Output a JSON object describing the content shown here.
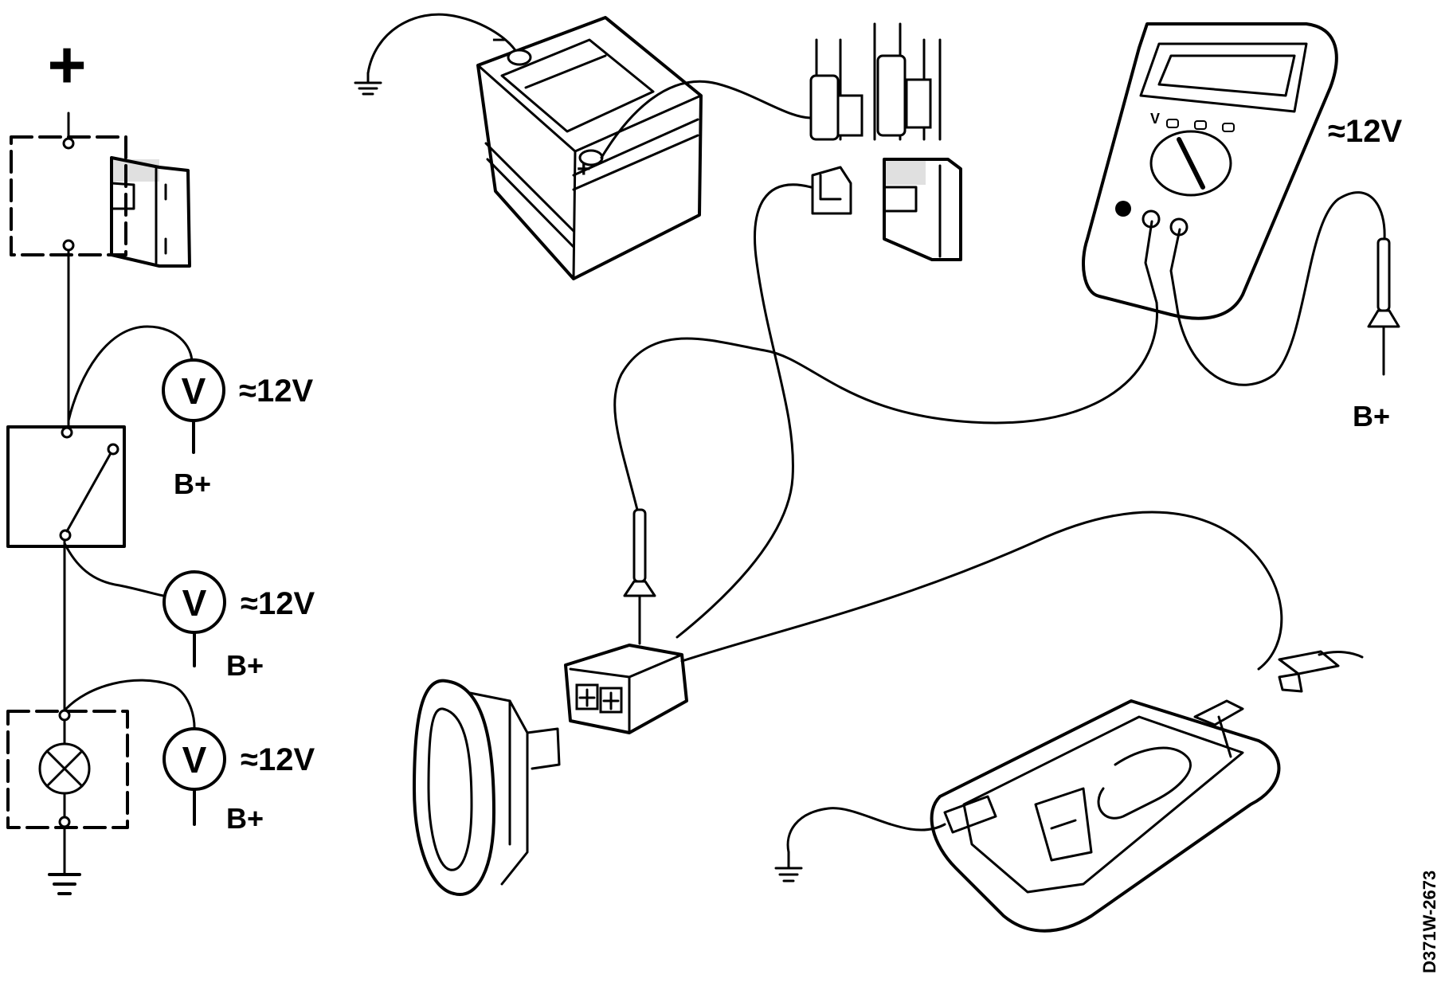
{
  "schematic": {
    "supply_symbol": "+",
    "voltmeter_symbol": "V",
    "reading_fuse_switch": "≈12V",
    "reading_switch_lamp": "≈12V",
    "reading_lamp": "≈12V",
    "probe_label_1": "B+",
    "probe_label_2": "B+",
    "probe_label_3": "B+",
    "icons": [
      "fuse-icon",
      "switch-icon",
      "lamp-icon",
      "ground-icon",
      "voltmeter-icon"
    ]
  },
  "illustration": {
    "battery_negative": "–",
    "battery_positive": "+",
    "multimeter_mode": "V",
    "multimeter_reading": "≈12V",
    "probe_label": "B+",
    "icons": [
      "battery-icon",
      "fuse-box-icon",
      "multimeter-icon",
      "test-probe-icon",
      "connector-icon",
      "rocker-switch-icon",
      "lamp-unit-icon",
      "ground-icon"
    ]
  },
  "figure_id": "D371W-2673"
}
